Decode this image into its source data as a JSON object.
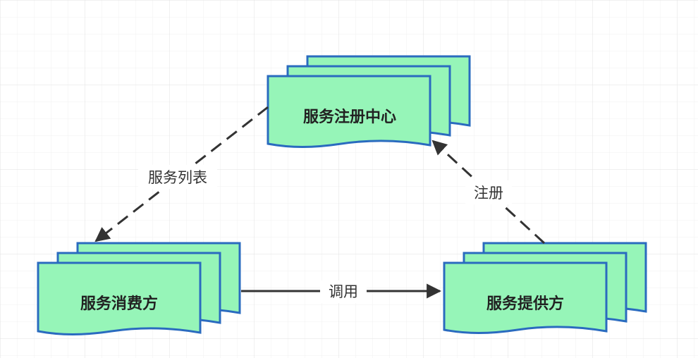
{
  "colors": {
    "node_fill": "#96f5b8",
    "node_stroke": "#2a6bbf",
    "edge_stroke": "#333333",
    "grid_line": "#e6e6e6",
    "background": "#ffffff"
  },
  "nodes": {
    "registry": {
      "label": "服务注册中心",
      "shape": "multi-document"
    },
    "consumer": {
      "label": "服务消费方",
      "shape": "multi-document"
    },
    "provider": {
      "label": "服务提供方",
      "shape": "multi-document"
    }
  },
  "edges": {
    "service_list": {
      "label": "服务列表",
      "from": "registry",
      "to": "consumer",
      "style": "dashed"
    },
    "register": {
      "label": "注册",
      "from": "provider",
      "to": "registry",
      "style": "dashed"
    },
    "invoke": {
      "label": "调用",
      "from": "consumer",
      "to": "provider",
      "style": "solid"
    }
  }
}
